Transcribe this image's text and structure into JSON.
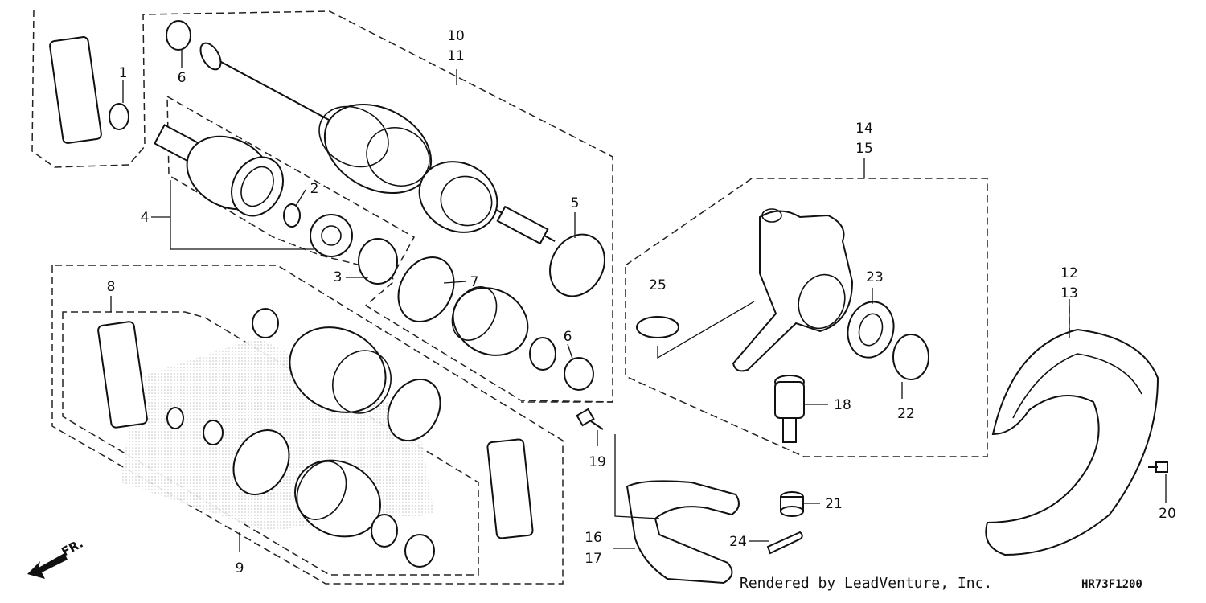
{
  "callouts": {
    "c1": "1",
    "c2": "2",
    "c3": "3",
    "c4": "4",
    "c5": "5",
    "c6a": "6",
    "c6b": "6",
    "c7": "7",
    "c8": "8",
    "c9": "9",
    "c10": "10",
    "c11": "11",
    "c12": "12",
    "c13": "13",
    "c14": "14",
    "c15": "15",
    "c16": "16",
    "c17": "17",
    "c18": "18",
    "c19": "19",
    "c20": "20",
    "c21": "21",
    "c22": "22",
    "c23": "23",
    "c24": "24",
    "c25": "25"
  },
  "front_arrow_label": "FR.",
  "credit": "Rendered by LeadVenture, Inc.",
  "diagram_code": "HR73F1200"
}
